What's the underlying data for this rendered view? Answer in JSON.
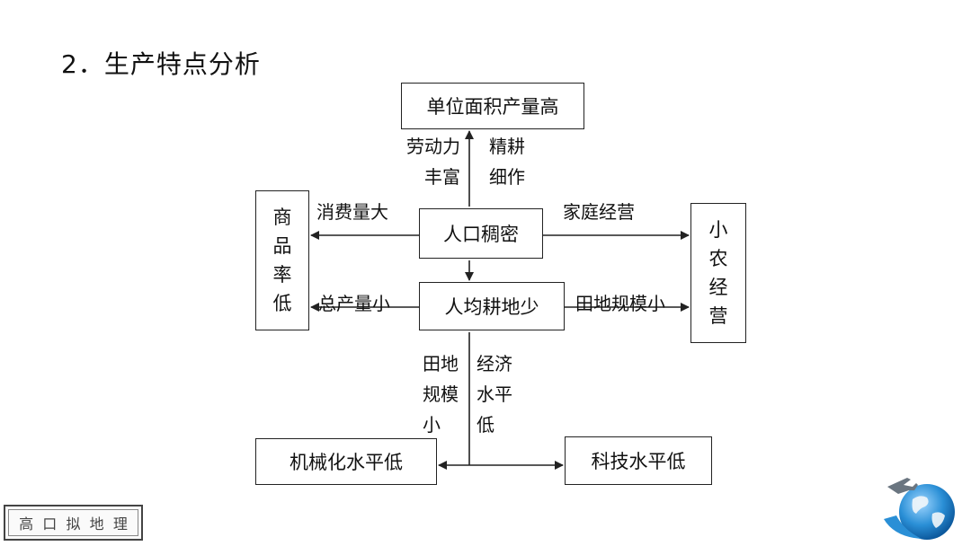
{
  "title": "2．生产特点分析",
  "nodes": {
    "top": "单位面积产量高",
    "center": "人口稠密",
    "mid": "人均耕地少",
    "left": [
      "商",
      "品",
      "率",
      "低"
    ],
    "right": [
      "小",
      "农",
      "经",
      "营"
    ],
    "bottom_left": "机械化水平低",
    "bottom_right": "科技水平低"
  },
  "edge_labels": {
    "up_left": [
      "劳动力",
      "丰富"
    ],
    "up_right": [
      "精耕",
      "细作"
    ],
    "center_left": "消费量大",
    "center_right": "家庭经营",
    "mid_left": "总产量小",
    "mid_right": "田地规模小",
    "down_left": [
      "田地",
      "规模",
      "小"
    ],
    "down_right": [
      "经济",
      "水平",
      "低"
    ]
  },
  "stamp": [
    "高",
    "口",
    "拟",
    "地",
    "理"
  ],
  "colors": {
    "line": "#222222",
    "globe": "#2a8fd6",
    "text": "#111111"
  }
}
